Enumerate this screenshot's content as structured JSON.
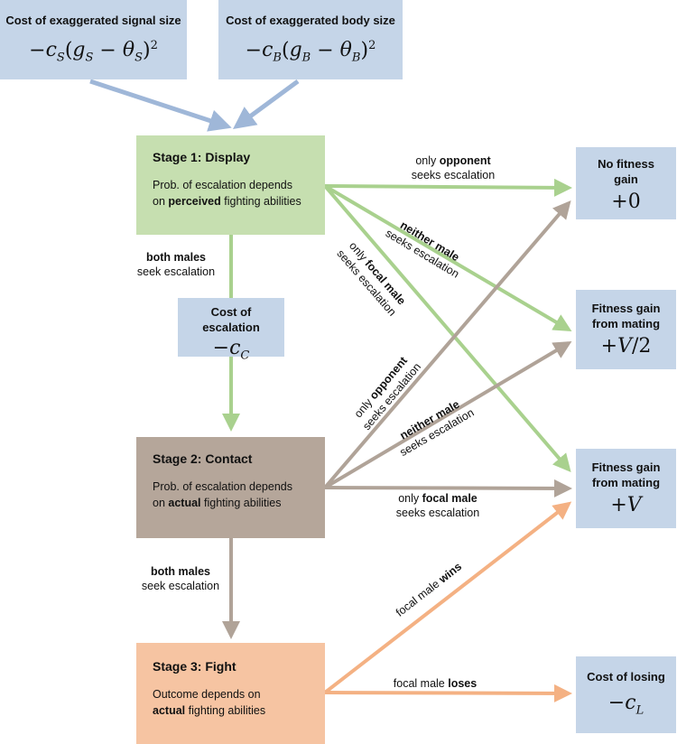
{
  "costs": {
    "signal": {
      "title": "Cost of exaggerated signal size",
      "formula": "−c_S(g_S − θ_S)²"
    },
    "body": {
      "title": "Cost of exaggerated body size",
      "formula": "−c_B(g_B − θ_B)²"
    },
    "escalation": {
      "title_line1": "Cost of",
      "title_line2": "escalation",
      "formula": "−c_C"
    }
  },
  "stages": {
    "display": {
      "title": "Stage 1: Display",
      "desc_pre": "Prob. of escalation depends",
      "desc_on": "on ",
      "desc_bold": "perceived",
      "desc_post": " fighting abilities"
    },
    "contact": {
      "title": "Stage 2: Contact",
      "desc_pre": "Prob. of escalation depends",
      "desc_on": "on ",
      "desc_bold": "actual",
      "desc_post": " fighting abilities"
    },
    "fight": {
      "title": "Stage 3: Fight",
      "desc_pre": "Outcome depends on",
      "desc_bold": "actual",
      "desc_post": " fighting abilities"
    }
  },
  "outcomes": {
    "no_gain": {
      "line1": "No fitness",
      "line2": "gain",
      "formula": "+0"
    },
    "half": {
      "line1": "Fitness gain",
      "line2": "from mating",
      "formula": "+V/2"
    },
    "full": {
      "line1": "Fitness gain",
      "line2": "from mating",
      "formula": "+V"
    },
    "losing": {
      "line1": "Cost of losing",
      "formula": "−c_L"
    }
  },
  "labels": {
    "s1_opp_pre": "only ",
    "s1_opp_bold": "opponent",
    "s1_opp_line2": "seeks escalation",
    "s1_neither_bold": "neither male",
    "s1_neither_line2": "seeks escalation",
    "s1_focal_pre": "only ",
    "s1_focal_bold": "focal male",
    "s1_focal_line2": "seeks escalation",
    "s1_both_bold": "both males",
    "s1_both_line2": "seek escalation",
    "s2_opp_pre": "only ",
    "s2_opp_bold": "opponent",
    "s2_opp_line2": "seeks escalation",
    "s2_neither_bold": "neither male",
    "s2_neither_line2": "seeks escalation",
    "s2_focal_pre": "only ",
    "s2_focal_bold": "focal male",
    "s2_focal_line2": "seeks escalation",
    "s2_both_bold": "both males",
    "s2_both_line2": "seek escalation",
    "s3_wins_pre": "focal male ",
    "s3_wins_bold": "wins",
    "s3_loses_pre": "focal male ",
    "s3_loses_bold": "loses"
  },
  "colors": {
    "blue": "#c5d5e8",
    "green": "#c6dfb0",
    "brown": "#b5a69a",
    "orange": "#f6c4a2",
    "green_arrow": "#a9d18e",
    "brown_arrow": "#b0a398",
    "orange_arrow": "#f4b183",
    "blue_arrow": "#9fb7d8"
  }
}
